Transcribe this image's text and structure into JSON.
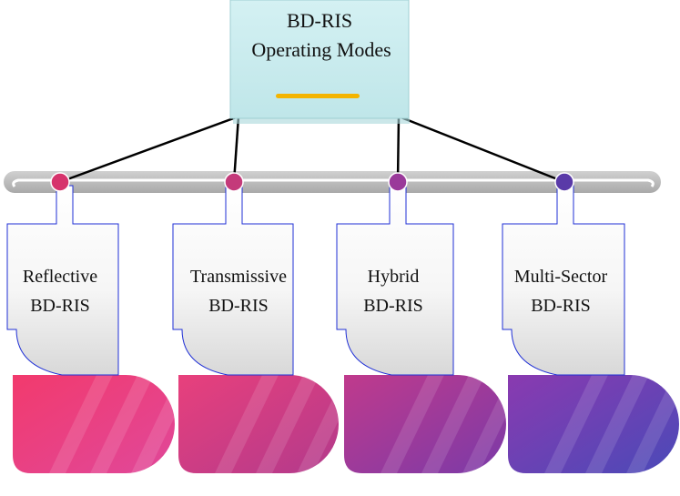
{
  "title": {
    "line1": "BD-RIS",
    "line2": "Operating Modes"
  },
  "colors": {
    "title_box_fill": "#c8ecee",
    "title_box_stroke": "#9fcfd3",
    "title_underline": "#f4b400",
    "rail": "#bdbdbd",
    "connector": "#000000",
    "card_border": "#1f2fd6"
  },
  "modes": [
    {
      "line1": "Reflective",
      "line2": "BD-RIS",
      "dot_color": "#d6336c",
      "grad_start": "#f23a6d",
      "grad_end": "#e0489a"
    },
    {
      "line1": "Transmissive",
      "line2": "BD-RIS",
      "dot_color": "#c43a7a",
      "grad_start": "#e8407c",
      "grad_end": "#b23a8c"
    },
    {
      "line1": "Hybrid",
      "line2": "BD-RIS",
      "dot_color": "#9a3a9a",
      "grad_start": "#c03a8c",
      "grad_end": "#7a3aa8"
    },
    {
      "line1": "Multi-Sector",
      "line2": "BD-RIS",
      "dot_color": "#5a3aa8",
      "grad_start": "#8a3ab0",
      "grad_end": "#4a4ab8"
    }
  ]
}
